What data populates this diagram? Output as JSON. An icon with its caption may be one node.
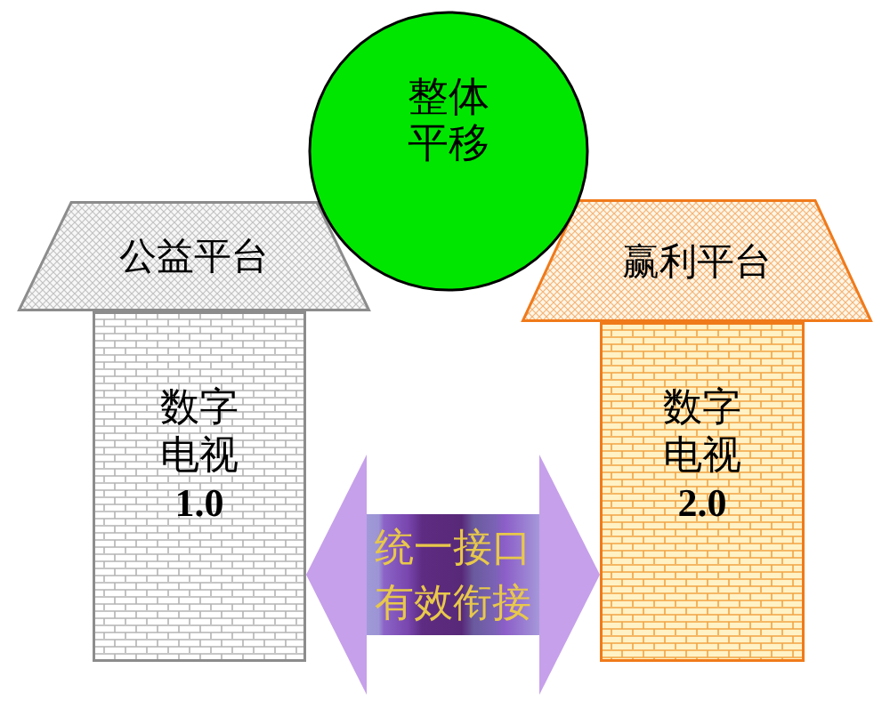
{
  "diagram": {
    "nodes": [
      {
        "text": [
          "整体平移"
        ]
      },
      {
        "text": [
          "公益平台"
        ]
      },
      {
        "text": [
          "赢利平台"
        ]
      },
      {
        "text": [
          "数字电视**1.0**"
        ]
      },
      {
        "text": [
          "数字电视**2.0**"
        ]
      }
    ],
    "edges": [
      {
        "from": 3,
        "to": 4,
        "arrow": "both",
        "label": "统一接口有效衔接"
      }
    ]
  }
}
